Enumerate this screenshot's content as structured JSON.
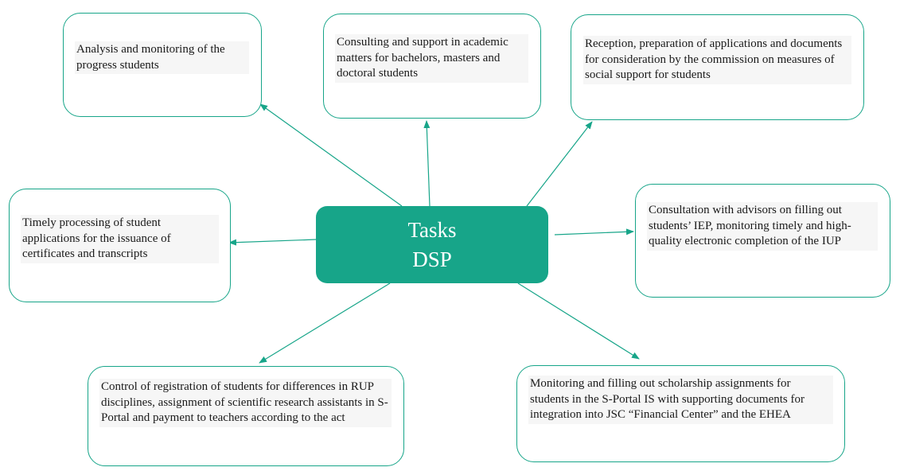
{
  "center": {
    "line1": "Tasks",
    "line2": "DSP"
  },
  "colors": {
    "accent": "#17a589",
    "text_bg": "#f6f6f6",
    "text": "#1a1a1a"
  },
  "tasks": [
    {
      "id": "monitoring-progress",
      "text": "Analysis and monitoring of the progress students"
    },
    {
      "id": "academic-consulting",
      "text": "Consulting and support in academic matters for bachelors, masters and doctoral students"
    },
    {
      "id": "social-support",
      "text": "Reception, preparation of applications and documents for consideration by the commission on measures of social support for students"
    },
    {
      "id": "certificates",
      "text": "Timely processing of student applications for the issuance of certificates and transcripts"
    },
    {
      "id": "iep-consultation",
      "text": "Consultation with advisors on filling out students’ IEP, monitoring timely and high-quality electronic completion of the IUP"
    },
    {
      "id": "registration-control",
      "text": "Control of registration of students for differences in RUP disciplines, assignment of scientific research assistants in S-Portal and payment to teachers according to the act"
    },
    {
      "id": "scholarship",
      "text": "Monitoring and filling out scholarship assignments for students in the S-Portal IS with supporting documents for integration into JSC “Financial Center” and the EHEA"
    }
  ]
}
